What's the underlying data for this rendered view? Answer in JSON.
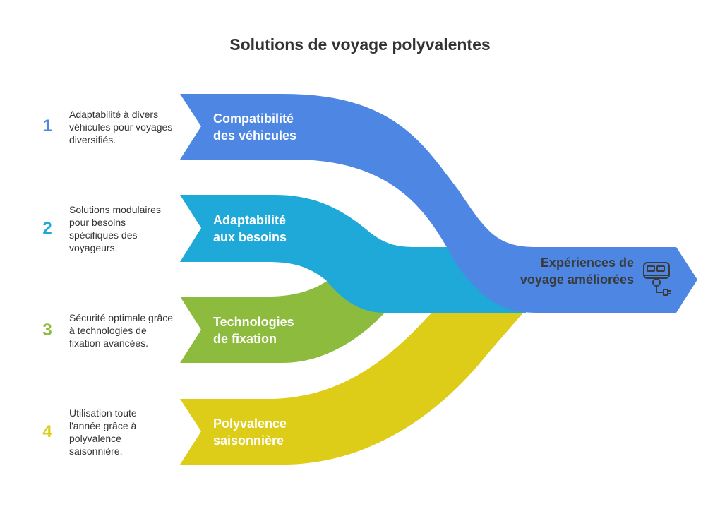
{
  "title": "Solutions de voyage polyvalentes",
  "colors": {
    "blue": "#4E86E4",
    "cyan": "#1FA9D8",
    "green": "#8DBB3E",
    "yellow": "#DDCC18",
    "text": "#333333"
  },
  "items": [
    {
      "number": "1",
      "label": "Compatibilité des véhicules",
      "description": "Adaptabilité à divers véhicules pour voyages diversifiés.",
      "color": "#4E86E4"
    },
    {
      "number": "2",
      "label": "Adaptabilité aux besoins",
      "description": "Solutions modulaires pour besoins spécifiques des voyageurs.",
      "color": "#1FA9D8"
    },
    {
      "number": "3",
      "label": "Technologies de fixation",
      "description": "Sécurité optimale grâce à technologies de fixation avancées.",
      "color": "#8DBB3E"
    },
    {
      "number": "4",
      "label": "Polyvalence saisonnière",
      "description": "Utilisation toute l'année grâce à polyvalence saisonnière.",
      "color": "#DDCC18"
    }
  ],
  "outcome": {
    "label": "Expériences de voyage améliorées",
    "icon": "camper-trailer-icon"
  }
}
